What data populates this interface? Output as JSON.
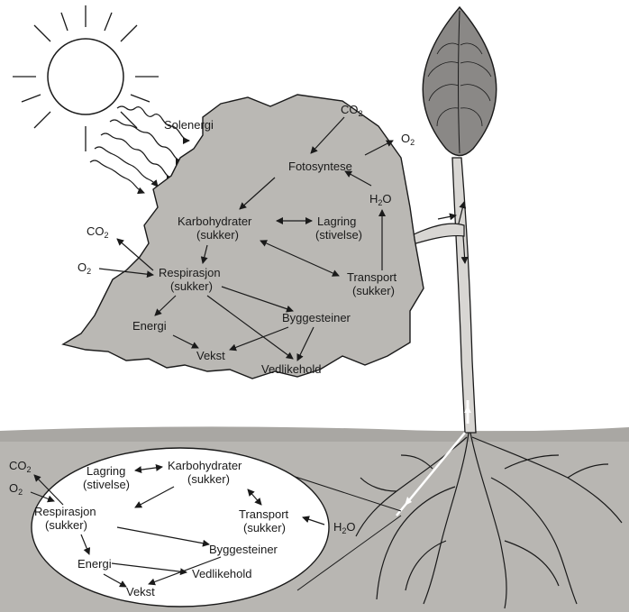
{
  "sun": {
    "energy_label": "Solenergi"
  },
  "leaf": {
    "co2_in": "CO",
    "co2_in_sub": "2",
    "o2_out": "O",
    "o2_out_sub": "2",
    "photosynthesis": "Fotosyntese",
    "water": "H",
    "water_sub": "2",
    "water_tail": "O",
    "carbs_line1": "Karbohydrater",
    "carbs_line2": "(sukker)",
    "storage_line1": "Lagring",
    "storage_line2": "(stivelse)",
    "co2_resp": "CO",
    "co2_resp_sub": "2",
    "o2_resp": "O",
    "o2_resp_sub": "2",
    "respiration_line1": "Respirasjon",
    "respiration_line2": "(sukker)",
    "transport_line1": "Transport",
    "transport_line2": "(sukker)",
    "energy": "Energi",
    "building_blocks": "Byggesteiner",
    "growth": "Vekst",
    "maintenance": "Vedlikehold"
  },
  "root": {
    "co2": "CO",
    "co2_sub": "2",
    "o2": "O",
    "o2_sub": "2",
    "storage_line1": "Lagring",
    "storage_line2": "(stivelse)",
    "carbs_line1": "Karbohydrater",
    "carbs_line2": "(sukker)",
    "respiration_line1": "Respirasjon",
    "respiration_line2": "(sukker)",
    "transport_line1": "Transport",
    "transport_line2": "(sukker)",
    "water": "H",
    "water_sub": "2",
    "water_tail": "O",
    "building_blocks": "Byggesteiner",
    "energy": "Energi",
    "maintenance": "Vedlikehold",
    "growth": "Vekst"
  }
}
